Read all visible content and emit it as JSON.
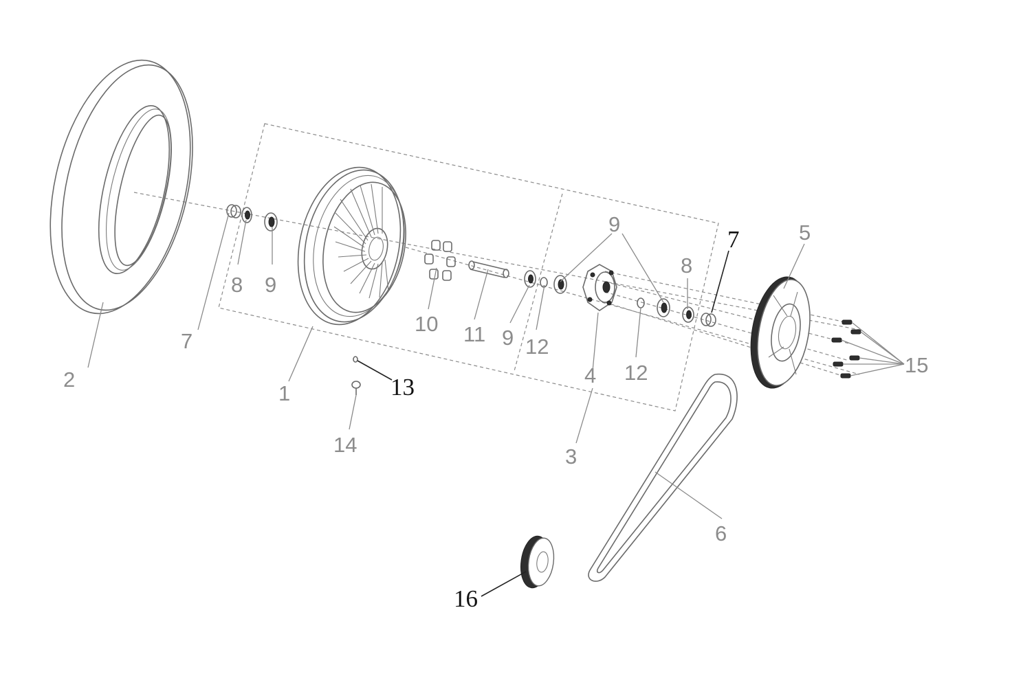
{
  "diagram": {
    "callouts": {
      "c1": "1",
      "c2": "2",
      "c3": "3",
      "c4": "4",
      "c5": "5",
      "c6": "6",
      "c7a": "7",
      "c7b": "7",
      "c8a": "8",
      "c8b": "8",
      "c9a": "9",
      "c9b": "9",
      "c9c": "9",
      "c10": "10",
      "c11": "11",
      "c12a": "12",
      "c12b": "12",
      "c13": "13",
      "c14": "14",
      "c15": "15",
      "c16": "16"
    }
  }
}
